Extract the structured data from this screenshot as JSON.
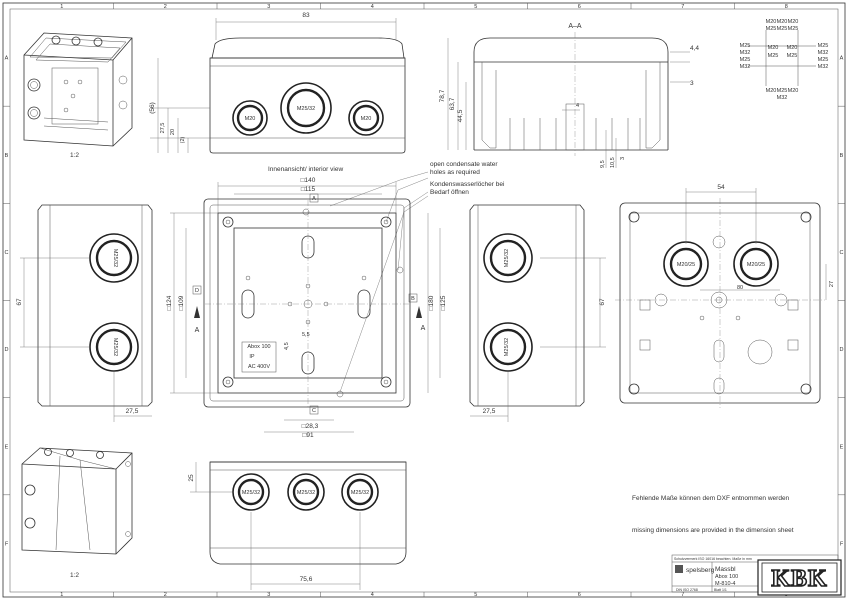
{
  "frame": {
    "cols": [
      "1",
      "2",
      "3",
      "4",
      "5",
      "6",
      "7",
      "8"
    ],
    "rows": [
      "A",
      "B",
      "C",
      "D",
      "E",
      "F"
    ]
  },
  "dims": {
    "top_width": "83",
    "top_total_height": "(56)",
    "top_h1": "27,5",
    "top_h2": "20",
    "top_h3": "(2)",
    "section_label": "A–A",
    "sec_h_total": "78,7",
    "sec_h_inner": "63,7",
    "sec_h_wall": "44,5",
    "sec_t1": "4,4",
    "sec_t2": "3",
    "sec_d4": "4",
    "sec_b1": "9,5",
    "sec_b2": "10,5",
    "sec_b3": "3",
    "plan_w1": "□140",
    "plan_w2": "□115",
    "plan_h1": "□124",
    "plan_h2": "□109",
    "plan_r1": "□180",
    "plan_r2": "□125",
    "plan_hole": "5,5",
    "plan_hole_v": "4,5",
    "plan_w3": "□28,3",
    "plan_w4": "□91",
    "side_width": "67",
    "side_offset": "27,5",
    "right_width": "67",
    "right_offset": "27,5",
    "bv_gland_sp": "54",
    "bv_c1": "80",
    "bv_c2": "27",
    "front_h": "25",
    "front_w": "75,6",
    "iso_dim_top": "1:2",
    "iso_dim_bottom": "1:2",
    "marker_a": "A",
    "marker_b": "B",
    "marker_c": "C",
    "marker_d": "D"
  },
  "glands": {
    "top": [
      "M20",
      "M25/32",
      "M20"
    ],
    "left": [
      "M25/32",
      "M25/32"
    ],
    "right": [
      "M25/32",
      "M25/32"
    ],
    "back": [
      "M20/25",
      "M20/25"
    ],
    "front": [
      "M25/32",
      "M25/32",
      "M25/32"
    ]
  },
  "size_table": {
    "row1": [
      "M20",
      "M20",
      "M20"
    ],
    "row2": [
      "M25",
      "M25",
      "M25"
    ],
    "left_col": [
      "M25",
      "M32",
      "M25",
      "M32"
    ],
    "mid": [
      "M20",
      "M20",
      "M25",
      "M25"
    ],
    "right_col": [
      "M25",
      "M32",
      "M25",
      "M32"
    ],
    "bot1": [
      "M20",
      "M25",
      "M20"
    ],
    "bot2": "M32"
  },
  "annotations": {
    "interior_view": "Innenansicht/ interior view",
    "condensate_en_1": "open condensate water",
    "condensate_en_2": "holes as required",
    "condensate_de_1": "Kondenswasserlöcher bei",
    "condensate_de_2": "Bedarf öffnen",
    "note_de": "Fehlende Maße können dem DXF entnommen werden",
    "note_en": "missing dimensions are provided in the dimension sheet",
    "label_line1": "Abox 100",
    "label_line2": "IP",
    "label_line3": "AC 400V"
  },
  "title_block": {
    "brand": "spelsberg",
    "title": "Massbl",
    "part1": "Abox 100",
    "part2": "M-810-4",
    "header_note": "Schutzvermerk ISO 16016 beachten. Maße in mm",
    "tolerance": "DIN ISO 2768",
    "sheet": "Blatt 1/1"
  },
  "logo": {
    "text": "KBK"
  }
}
